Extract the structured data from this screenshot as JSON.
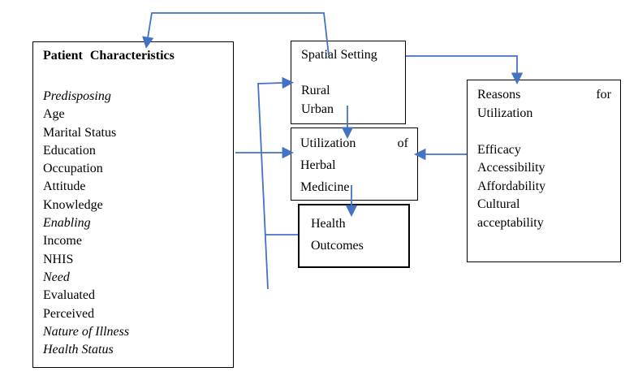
{
  "diagram": {
    "accent_color": "#4472C4",
    "border_color": "#000000",
    "background_color": "#ffffff",
    "boxes": {
      "patient": {
        "title": "Patient Characteristics",
        "items": [
          {
            "label": "Predisposing",
            "italic": true
          },
          {
            "label": "Age",
            "italic": false
          },
          {
            "label": "Marital Status",
            "italic": false
          },
          {
            "label": "Education",
            "italic": false
          },
          {
            "label": "Occupation",
            "italic": false
          },
          {
            "label": "Attitude",
            "italic": false
          },
          {
            "label": "Knowledge",
            "italic": false
          },
          {
            "label": "Enabling",
            "italic": true
          },
          {
            "label": "Income",
            "italic": false
          },
          {
            "label": "NHIS",
            "italic": false
          },
          {
            "label": "Need",
            "italic": true
          },
          {
            "label": "Evaluated",
            "italic": false
          },
          {
            "label": "Perceived",
            "italic": false
          },
          {
            "label": "Nature of Illness",
            "italic": true
          },
          {
            "label": "Health Status",
            "italic": true
          }
        ]
      },
      "spatial": {
        "title": "Spatial Setting",
        "items": [
          "Rural",
          "Urban"
        ]
      },
      "utilization": {
        "line1_left": "Utilization",
        "line1_right": "of",
        "line2": "Herbal",
        "line3": "Medicine"
      },
      "health": {
        "line1": "Health",
        "line2": "Outcomes"
      },
      "reasons": {
        "title_left": "Reasons",
        "title_right": "for",
        "title_line2": "Utilization",
        "items": [
          "Efficacy",
          "Accessibility",
          "Affordability",
          "Cultural",
          "acceptability"
        ]
      }
    }
  }
}
